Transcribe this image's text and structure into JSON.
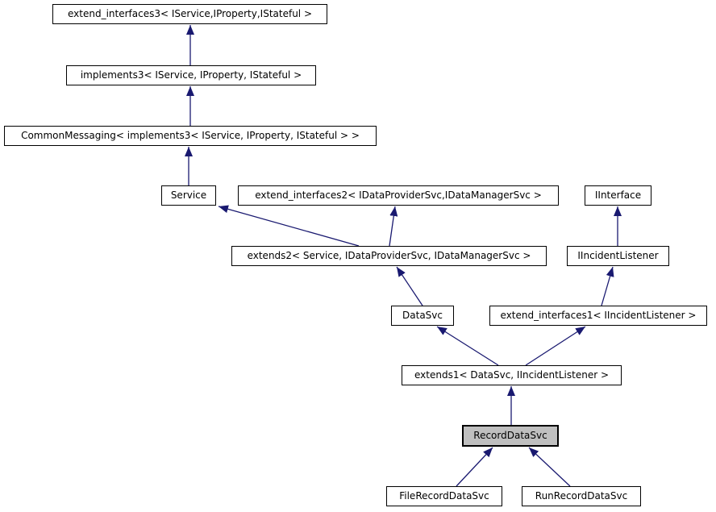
{
  "diagram": {
    "type": "class-inheritance-graph",
    "highlighted_node": "RecordDataSvc",
    "colors": {
      "background": "#ffffff",
      "node_fill": "#ffffff",
      "node_border": "#000000",
      "highlight_fill": "#bfbfbf",
      "arrow": "#191970",
      "text": "#000000"
    },
    "nodes": [
      {
        "id": "extend_interfaces3",
        "label": "extend_interfaces3< IService,IProperty,IStateful >"
      },
      {
        "id": "implements3",
        "label": "implements3< IService, IProperty, IStateful >"
      },
      {
        "id": "CommonMessaging",
        "label": "CommonMessaging< implements3< IService, IProperty, IStateful > >"
      },
      {
        "id": "Service",
        "label": "Service"
      },
      {
        "id": "extend_interfaces2",
        "label": "extend_interfaces2< IDataProviderSvc,IDataManagerSvc >"
      },
      {
        "id": "IInterface",
        "label": "IInterface"
      },
      {
        "id": "extends2",
        "label": "extends2< Service, IDataProviderSvc, IDataManagerSvc >"
      },
      {
        "id": "IIncidentListener",
        "label": "IIncidentListener"
      },
      {
        "id": "DataSvc",
        "label": "DataSvc"
      },
      {
        "id": "extend_interfaces1",
        "label": "extend_interfaces1< IIncidentListener >"
      },
      {
        "id": "extends1",
        "label": "extends1< DataSvc, IIncidentListener >"
      },
      {
        "id": "RecordDataSvc",
        "label": "RecordDataSvc",
        "highlighted": true
      },
      {
        "id": "FileRecordDataSvc",
        "label": "FileRecordDataSvc"
      },
      {
        "id": "RunRecordDataSvc",
        "label": "RunRecordDataSvc"
      }
    ],
    "edges": [
      {
        "from": "implements3",
        "to": "extend_interfaces3"
      },
      {
        "from": "CommonMessaging",
        "to": "implements3"
      },
      {
        "from": "Service",
        "to": "CommonMessaging"
      },
      {
        "from": "extends2",
        "to": "Service"
      },
      {
        "from": "extends2",
        "to": "extend_interfaces2"
      },
      {
        "from": "IIncidentListener",
        "to": "IInterface"
      },
      {
        "from": "extend_interfaces1",
        "to": "IIncidentListener"
      },
      {
        "from": "DataSvc",
        "to": "extends2"
      },
      {
        "from": "extends1",
        "to": "DataSvc"
      },
      {
        "from": "extends1",
        "to": "extend_interfaces1"
      },
      {
        "from": "RecordDataSvc",
        "to": "extends1"
      },
      {
        "from": "FileRecordDataSvc",
        "to": "RecordDataSvc"
      },
      {
        "from": "RunRecordDataSvc",
        "to": "RecordDataSvc"
      }
    ]
  }
}
